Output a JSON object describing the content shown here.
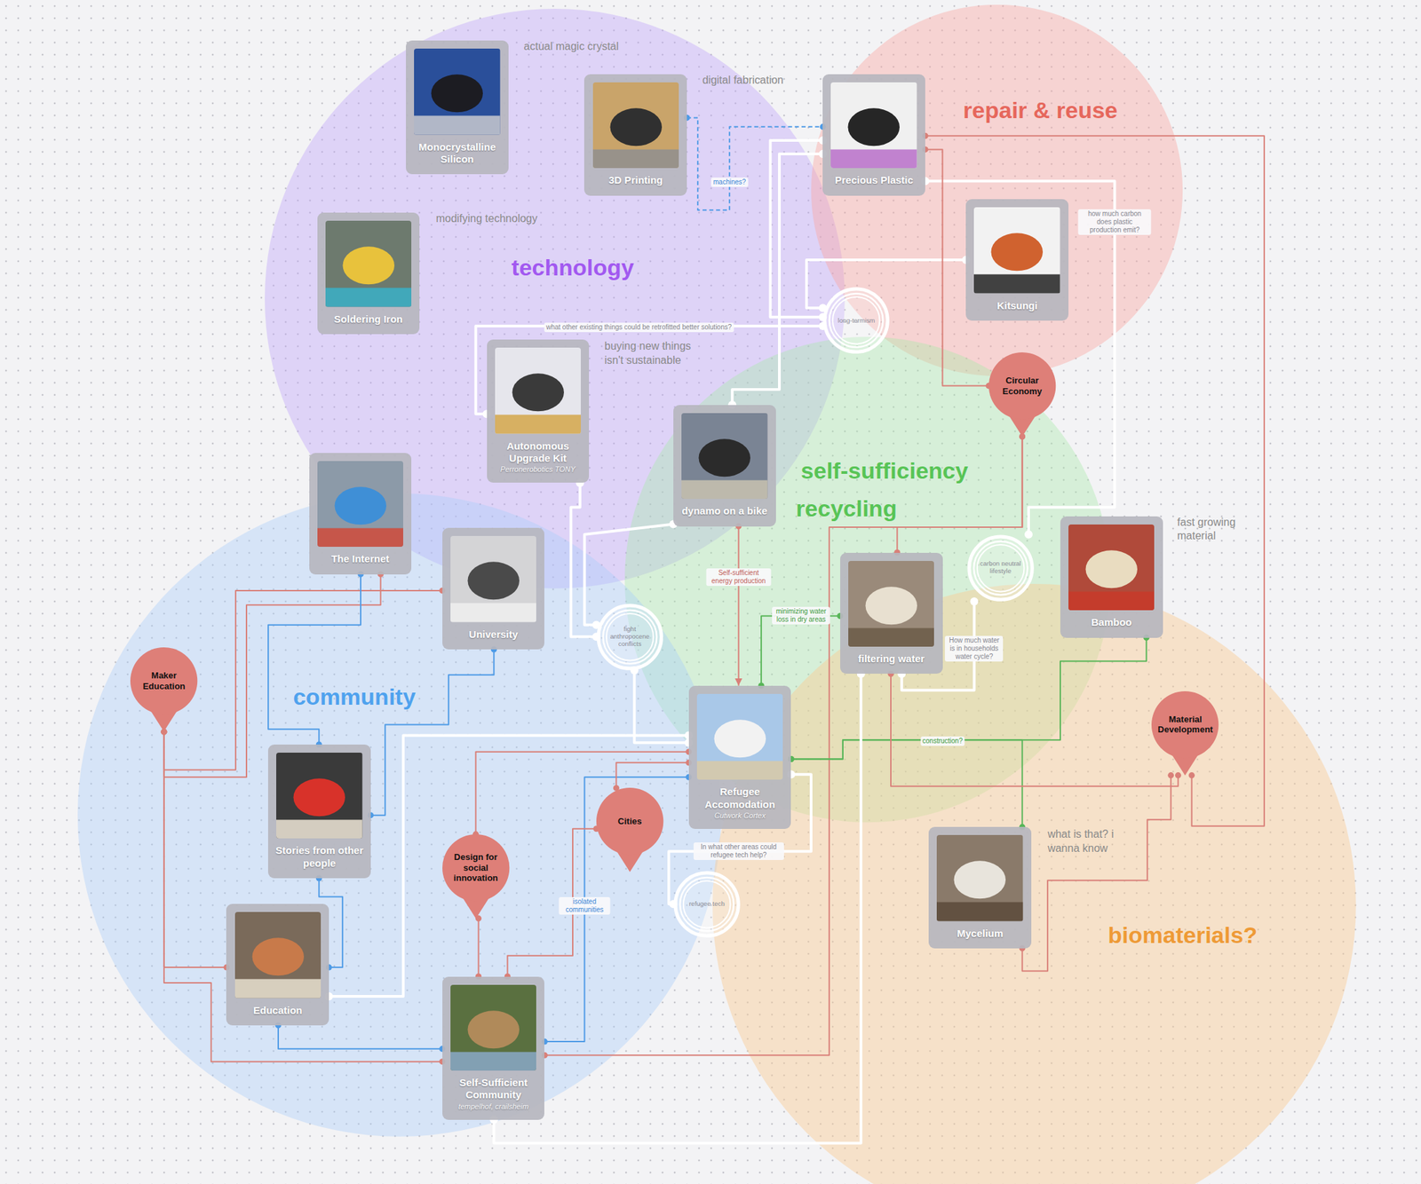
{
  "diagram": {
    "nodes": [
      {
        "text": [
          "technology"
        ]
      },
      {
        "text": [
          "repair & reuse"
        ]
      },
      {
        "text": [
          "self-sufficiency",
          "recycling"
        ]
      },
      {
        "text": [
          "community"
        ]
      },
      {
        "text": [
          "biomaterials?"
        ]
      },
      {
        "text": [
          "Monocrystalline Silicon"
        ]
      },
      {
        "text": [
          "3D Printing"
        ]
      },
      {
        "text": [
          "Precious Plastic"
        ]
      },
      {
        "text": [
          "Soldering Iron"
        ]
      },
      {
        "text": [
          "Kitsungi"
        ]
      },
      {
        "text": [
          "long-termism"
        ]
      },
      {
        "text": [
          "Circular Economy"
        ]
      },
      {
        "text": [
          "Autonomous Upgrade Kit",
          "Perronerobotics TONY"
        ]
      },
      {
        "text": [
          "dynamo on a bike"
        ]
      },
      {
        "text": [
          "The Internet"
        ]
      },
      {
        "text": [
          "University"
        ]
      },
      {
        "text": [
          "filtering water"
        ]
      },
      {
        "text": [
          "carbon neutral lifestyle"
        ]
      },
      {
        "text": [
          "Bamboo"
        ]
      },
      {
        "text": [
          "fight anthropocene conflicts"
        ]
      },
      {
        "text": [
          "Maker Education"
        ]
      },
      {
        "text": [
          "Refugee Accomodation",
          "Cutwork Cortex"
        ]
      },
      {
        "text": [
          "Material Development"
        ]
      },
      {
        "text": [
          "Stories from other people"
        ]
      },
      {
        "text": [
          "Cities"
        ]
      },
      {
        "text": [
          "Mycelium"
        ]
      },
      {
        "text": [
          "Design for social innovation"
        ]
      },
      {
        "text": [
          "refugee tech"
        ]
      },
      {
        "text": [
          "Education"
        ]
      },
      {
        "text": [
          "Self-Sufficient Community",
          "tempelhof, crailsheim"
        ]
      }
    ],
    "edges": [
      {
        "from": 6,
        "to": 7,
        "arrow": "none",
        "label": "machines?"
      },
      {
        "from": 7,
        "to": 10,
        "arrow": "none"
      },
      {
        "from": 9,
        "to": 10,
        "arrow": "none"
      },
      {
        "from": 12,
        "to": 10,
        "arrow": "none",
        "label": "what other existing things could be retrofitted better solutions?"
      },
      {
        "from": 7,
        "to": 17,
        "arrow": "none",
        "label": "how much carbon does plastic production emit?"
      },
      {
        "from": 7,
        "to": 22,
        "arrow": "none"
      },
      {
        "from": 7,
        "to": 11,
        "arrow": "none"
      },
      {
        "from": 11,
        "to": 16,
        "arrow": "none"
      },
      {
        "from": 11,
        "to": 29,
        "arrow": "none"
      },
      {
        "from": 13,
        "to": 21,
        "arrow": "to",
        "label": "Self-sufficient energy production"
      },
      {
        "from": 16,
        "to": 21,
        "arrow": "none",
        "label": "minimizing water loss in dry areas"
      },
      {
        "from": 16,
        "to": 17,
        "arrow": "none",
        "label": "How much water is in households water cycle?"
      },
      {
        "from": 21,
        "to": 18,
        "arrow": "none",
        "label": "construction?"
      },
      {
        "from": 21,
        "to": 25,
        "arrow": "none"
      },
      {
        "from": 21,
        "to": 27,
        "arrow": "none",
        "label": "In what other areas could refugee tech help?"
      },
      {
        "from": 12,
        "to": 19,
        "arrow": "none"
      },
      {
        "from": 13,
        "to": 19,
        "arrow": "none"
      },
      {
        "from": 13,
        "to": 7,
        "arrow": "none"
      },
      {
        "from": 19,
        "to": 21,
        "arrow": "none"
      },
      {
        "from": 29,
        "to": 16,
        "arrow": "none"
      },
      {
        "from": 29,
        "to": 21,
        "arrow": "none",
        "label": "isolated communities"
      },
      {
        "from": 20,
        "to": 15,
        "arrow": "none"
      },
      {
        "from": 20,
        "to": 14,
        "arrow": "none"
      },
      {
        "from": 14,
        "to": 23,
        "arrow": "none"
      },
      {
        "from": 15,
        "to": 23,
        "arrow": "none"
      },
      {
        "from": 23,
        "to": 28,
        "arrow": "none"
      },
      {
        "from": 28,
        "to": 29,
        "arrow": "none"
      },
      {
        "from": 20,
        "to": 28,
        "arrow": "none"
      },
      {
        "from": 20,
        "to": 29,
        "arrow": "none"
      },
      {
        "from": 26,
        "to": 29,
        "arrow": "none"
      },
      {
        "from": 24,
        "to": 29,
        "arrow": "none"
      },
      {
        "from": 24,
        "to": 21,
        "arrow": "none"
      },
      {
        "from": 26,
        "to": 21,
        "arrow": "none"
      },
      {
        "from": 28,
        "to": 21,
        "arrow": "none"
      },
      {
        "from": 16,
        "to": 22,
        "arrow": "none"
      },
      {
        "from": 25,
        "to": 22,
        "arrow": "none"
      }
    ],
    "labels": [
      "actual magic crystal",
      "digital fabrication",
      "modifying technology",
      "buying new things isn't sustainable",
      "fast growing material",
      "what is that? i wanna know"
    ]
  }
}
